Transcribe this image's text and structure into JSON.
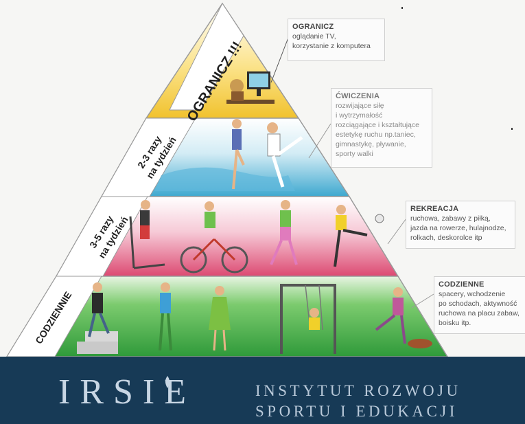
{
  "pyramid": {
    "levels": [
      {
        "id": "top",
        "label": "OGRANICZ !!!"
      },
      {
        "id": "second",
        "label_line1": "2-3 razy",
        "label_line2": "na tydzień"
      },
      {
        "id": "third",
        "label_line1": "3-5 razy",
        "label_line2": "na tydzień"
      },
      {
        "id": "base",
        "label": "CODZIENNIE"
      }
    ]
  },
  "notes": {
    "ogranicz": {
      "title": "OGRANICZ",
      "lines": [
        "oglądanie TV,",
        "korzystanie z komputera"
      ]
    },
    "cwiczenia": {
      "title": "ĆWICZENIA",
      "lines": [
        "rozwijające siłę",
        "i wytrzymałość",
        "rozciągające i kształtujące",
        "estetykę ruchu np.taniec,",
        "gimnastykę, pływanie,",
        "sporty walki"
      ]
    },
    "rekreacja": {
      "title": "REKREACJA",
      "lines": [
        "ruchowa, zabawy z piłką,",
        "jazda na rowerze, hulajnodze,",
        "rolkach, deskorolce itp"
      ]
    },
    "codzienne": {
      "title": "CODZIENNE",
      "lines": [
        "spacery, wchodzenie",
        "po schodach, aktywność",
        "ruchowa na placu zabaw,",
        "boisku itp."
      ]
    }
  },
  "footer": {
    "logo": "IRSIE",
    "line1": "INSTYTUT ROZWOJU",
    "line2": "SPORTU I EDUKACJI"
  },
  "colors": {
    "top_fill": "#f1c22e",
    "second_fill": "#5bb7d6",
    "third_fill": "#e1577a",
    "base_fill": "#4fb04a",
    "footer_bg": "#173a56"
  }
}
